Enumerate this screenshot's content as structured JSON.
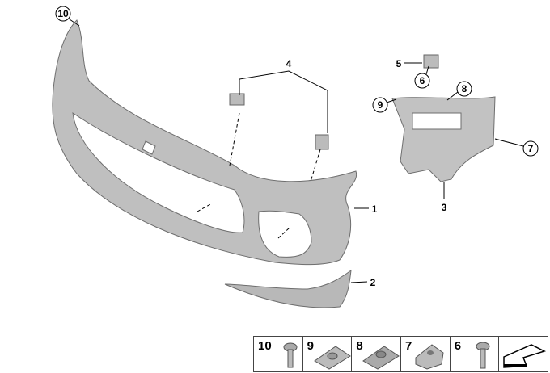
{
  "diagram": {
    "callouts": [
      "10",
      "4",
      "5",
      "6",
      "8",
      "9",
      "7",
      "1",
      "2",
      "3"
    ],
    "legend": [
      {
        "number": "10",
        "part": "screw-washer"
      },
      {
        "number": "9",
        "part": "clip-nut"
      },
      {
        "number": "8",
        "part": "clip-nut"
      },
      {
        "number": "7",
        "part": "spring-nut"
      },
      {
        "number": "6",
        "part": "hex-screw"
      },
      {
        "number": "",
        "part": "arrow-symbol"
      }
    ]
  }
}
